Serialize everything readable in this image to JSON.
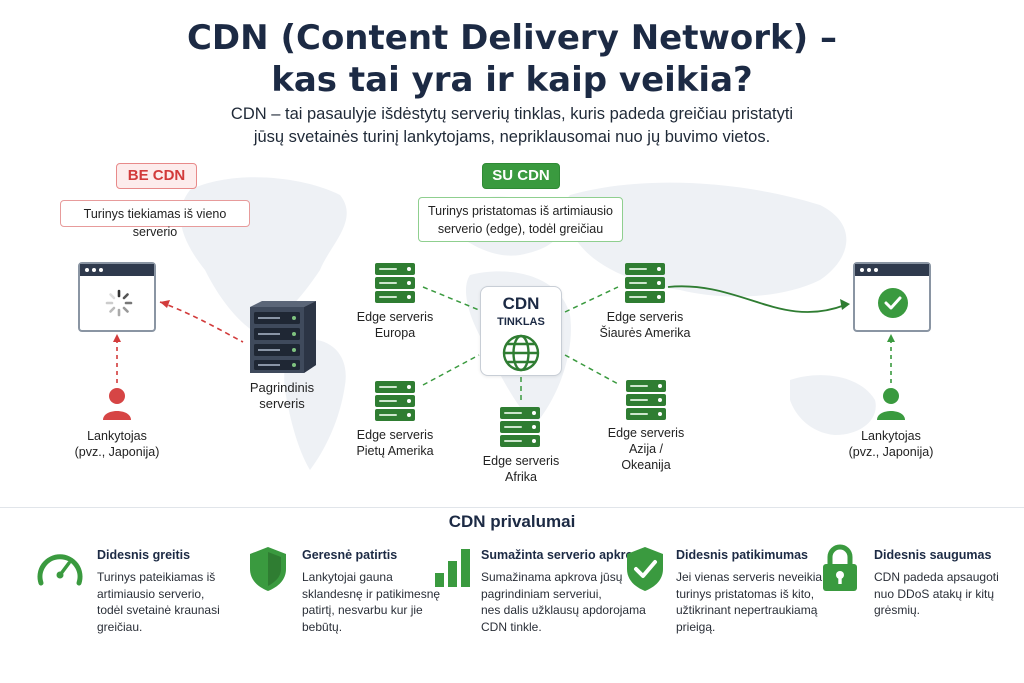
{
  "header": {
    "title_line1": "CDN (Content Delivery Network) –",
    "title_line2": "kas tai yra ir kaip veikia?",
    "subtitle_line1": "CDN – tai pasaulyje išdėstytų serverių tinklas, kuris padeda greičiau pristatyti",
    "subtitle_line2": "jūsų svetainės turinį lankytojams, nepriklausomai nuo jų buvimo vietos."
  },
  "without_cdn": {
    "badge": "BE CDN",
    "note": "Turinys tiekiamas iš vieno serverio",
    "origin_line1": "Pagrindinis",
    "origin_line2": "serveris",
    "visitor_line1": "Lankytojas",
    "visitor_line2": "(pvz., Japonija)"
  },
  "with_cdn": {
    "badge": "SU CDN",
    "note_line1": "Turinys pristatomas iš artimiausio",
    "note_line2": "serverio (edge), todėl greičiau",
    "hub_line1": "CDN",
    "hub_line2": "TINKLAS",
    "edges": [
      {
        "line1": "Edge serveris",
        "line2": "Europa"
      },
      {
        "line1": "Edge serveris",
        "line2": "Šiaurės Amerika"
      },
      {
        "line1": "Edge serveris",
        "line2": "Pietų Amerika"
      },
      {
        "line1": "Edge serveris",
        "line2": "Afrika"
      },
      {
        "line1": "Edge serveris",
        "line2": "Azija /",
        "line3": "Okeanija"
      }
    ],
    "visitor_line1": "Lankytojas",
    "visitor_line2": "(pvz., Japonija)"
  },
  "advantages": {
    "title": "CDN privalumai",
    "items": [
      {
        "icon": "speedometer-icon",
        "heading": "Didesnis greitis",
        "lines": [
          "Turinys pateikiamas iš",
          "artimiausio serverio,",
          "todėl svetainė kraunasi",
          "greičiau."
        ]
      },
      {
        "icon": "shield-icon",
        "heading": "Geresnė patirtis",
        "lines": [
          "Lankytojai gauna",
          "sklandesnę ir patikimesnę",
          "patirtį, nesvarbu kur jie",
          "bebūtų."
        ]
      },
      {
        "icon": "bar-chart-icon",
        "heading": "Sumažinta serverio apkrova",
        "lines": [
          "Sumažinama apkrova jūsų",
          "pagrindiniam serveriui,",
          "nes dalis užklausų apdorojama",
          "CDN tinkle."
        ]
      },
      {
        "icon": "shield-check-icon",
        "heading": "Didesnis patikimumas",
        "lines": [
          "Jei vienas serveris neveikia,",
          "turinys pristatomas iš kito,",
          "užtikrinant nepertraukiamą",
          "prieigą."
        ]
      },
      {
        "icon": "lock-icon",
        "heading": "Didesnis saugumas",
        "lines": [
          "CDN padeda apsaugoti",
          "nuo DDoS atakų ir kitų",
          "grėsmių."
        ]
      }
    ]
  },
  "colors": {
    "red": "#d23b3b",
    "green": "#3a9a3f",
    "dark_green": "#2f7d32",
    "navy": "#1c2a44"
  }
}
